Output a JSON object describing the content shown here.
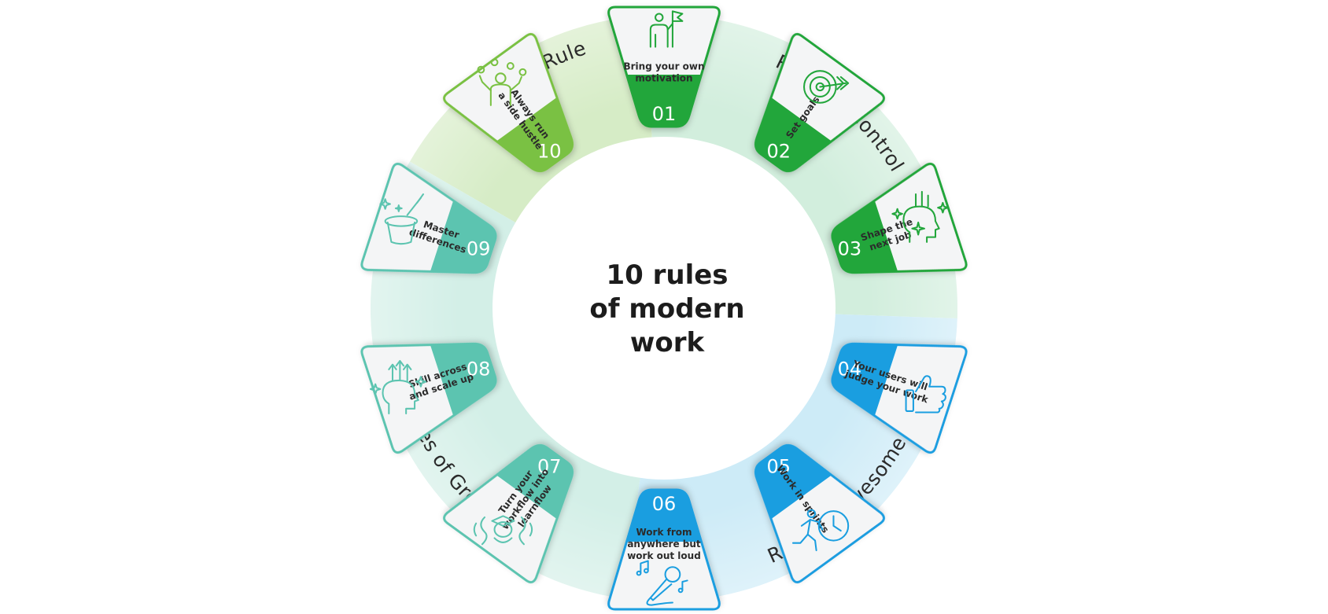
{
  "title": {
    "lines": [
      "10 rules",
      "of modern",
      "work"
    ]
  },
  "sectors": [
    {
      "label": "Golden Rule",
      "color": "#d6ecc6"
    },
    {
      "label": "Rules of Control",
      "color": "#d2eedd"
    },
    {
      "label": "Rules of Awesome",
      "color": "#cdebf7"
    },
    {
      "label": "Rules of Growth",
      "color": "#d3efe7"
    }
  ],
  "rules": [
    {
      "number": "01",
      "text": [
        "Bring your own",
        "motivation"
      ],
      "icon": "person-flag-icon",
      "color": "#22a63b"
    },
    {
      "number": "02",
      "text": [
        "Set goals"
      ],
      "icon": "target-arrow-icon",
      "color": "#22a63b"
    },
    {
      "number": "03",
      "text": [
        "Shape the",
        "next job"
      ],
      "icon": "head-tools-icon",
      "color": "#22a63b"
    },
    {
      "number": "04",
      "text": [
        "Your users will",
        "judge your work"
      ],
      "icon": "thumbs-up-icon",
      "color": "#1a9ee0"
    },
    {
      "number": "05",
      "text": [
        "Work in sprints"
      ],
      "icon": "running-clock-icon",
      "color": "#1a9ee0"
    },
    {
      "number": "06",
      "text": [
        "Work from",
        "anywhere but",
        "work out loud"
      ],
      "icon": "microphone-notes-icon",
      "color": "#1a9ee0"
    },
    {
      "number": "07",
      "text": [
        "Turn your",
        "workflow into",
        "learnflow"
      ],
      "icon": "graduate-flow-icon",
      "color": "#5cc4b0"
    },
    {
      "number": "08",
      "text": [
        "Skill across",
        "and scale up"
      ],
      "icon": "head-arrows-icon",
      "color": "#5cc4b0"
    },
    {
      "number": "09",
      "text": [
        "Master",
        "differences"
      ],
      "icon": "magic-hat-icon",
      "color": "#5cc4b0"
    },
    {
      "number": "10",
      "text": [
        "Always run",
        "a side hustle"
      ],
      "icon": "juggler-icon",
      "color": "#7ac143"
    }
  ]
}
